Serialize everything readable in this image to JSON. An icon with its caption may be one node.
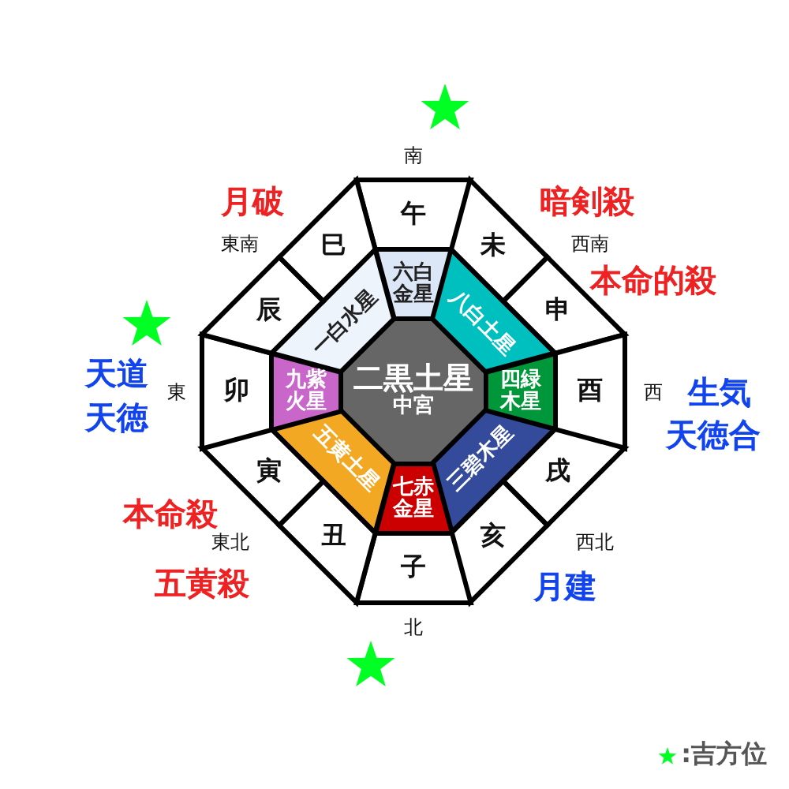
{
  "diagram": {
    "nodes": [
      {
        "text": [
          "二黒土星",
          "中宮"
        ]
      },
      {
        "text": [
          "六白金星"
        ]
      },
      {
        "text": [
          "八白土星"
        ]
      },
      {
        "text": [
          "四緑木星"
        ]
      },
      {
        "text": [
          "三碧木星"
        ]
      },
      {
        "text": [
          "七赤金星"
        ]
      },
      {
        "text": [
          "五黄土星"
        ]
      },
      {
        "text": [
          "九紫火星"
        ]
      },
      {
        "text": [
          "一白水星"
        ]
      },
      {
        "text": [
          "午"
        ]
      },
      {
        "text": [
          "未"
        ]
      },
      {
        "text": [
          "申"
        ]
      },
      {
        "text": [
          "酉"
        ]
      },
      {
        "text": [
          "戌"
        ]
      },
      {
        "text": [
          "亥"
        ]
      },
      {
        "text": [
          "子"
        ]
      },
      {
        "text": [
          "丑"
        ]
      },
      {
        "text": [
          "寅"
        ]
      },
      {
        "text": [
          "卯"
        ]
      },
      {
        "text": [
          "辰"
        ]
      },
      {
        "text": [
          "巳"
        ]
      }
    ],
    "labels": [
      "南",
      "月破",
      "暗剣殺",
      "東南",
      "西南",
      "本命的殺",
      "天道",
      "東",
      "西",
      "生気",
      "天徳",
      "天徳合",
      "本命殺",
      "東北",
      "西北",
      "五黄殺",
      "月建",
      "北"
    ],
    "legend": [
      {
        "text": ":吉方位"
      }
    ]
  }
}
